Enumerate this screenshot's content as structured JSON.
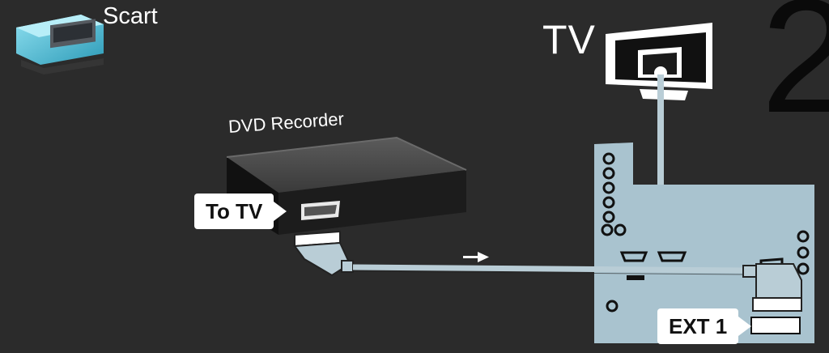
{
  "labels": {
    "scart": "Scart",
    "tv": "TV",
    "dvd_recorder": "DVD Recorder",
    "to_tv": "To TV",
    "ext1": "EXT 1",
    "step_number": "2"
  },
  "icons": {
    "scart_connector": "scart-plug-icon",
    "tv": "tv-icon",
    "dvd_recorder": "dvd-recorder-icon",
    "arrow": "arrow-right-icon"
  },
  "colors": {
    "background": "#2b2b2b",
    "panel": "#a9c3cf",
    "cable": "#b9cdd6",
    "device": "#1a1a1a"
  }
}
